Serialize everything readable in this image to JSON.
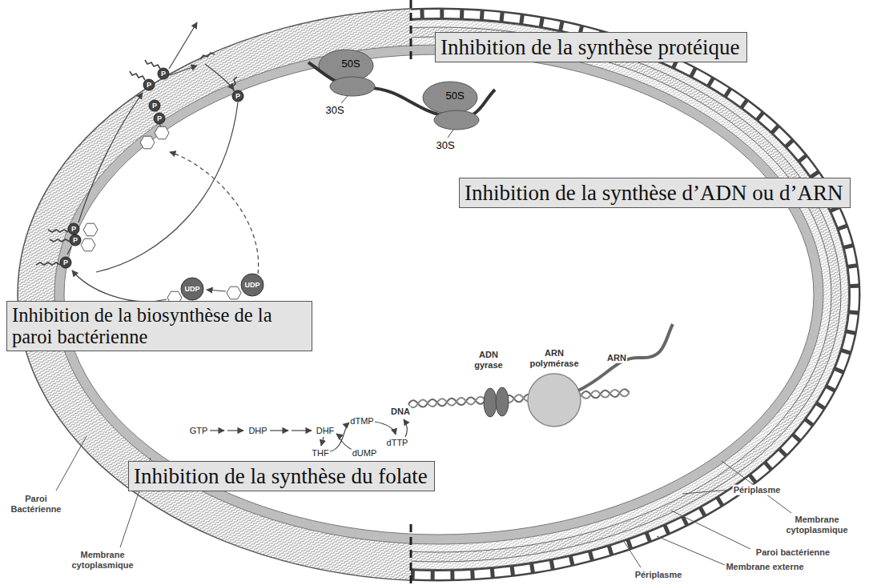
{
  "diagram": {
    "nodes": [
      {
        "text": [
          "Inhibition de la synthèse protéique"
        ]
      },
      {
        "text": [
          "Inhibition de la synthèse d’ADN ou d’ARN"
        ]
      },
      {
        "text": [
          "Inhibition de la biosynthèse de la paroi bactérienne"
        ]
      },
      {
        "text": [
          "Inhibition de la synthèse du folate"
        ]
      }
    ],
    "edges": [],
    "labels": [
      "50S",
      "30S",
      "50S",
      "30S",
      "ADN gyrase",
      "ARN polymérase",
      "ARN",
      "DNA",
      "GTP",
      "DHP",
      "DHF",
      "THF",
      "dTMP",
      "dUMP",
      "dTTP",
      "UDP",
      "UDP",
      "P",
      "P",
      "P",
      "P",
      "P",
      "P",
      "P",
      "P",
      "Paroi Bactérienne",
      "Membrane cytoplasmique",
      "Périplasme",
      "Membrane cytoplasmique",
      "Paroi bactérienne",
      "Membrane externe",
      "Périplasme"
    ]
  }
}
